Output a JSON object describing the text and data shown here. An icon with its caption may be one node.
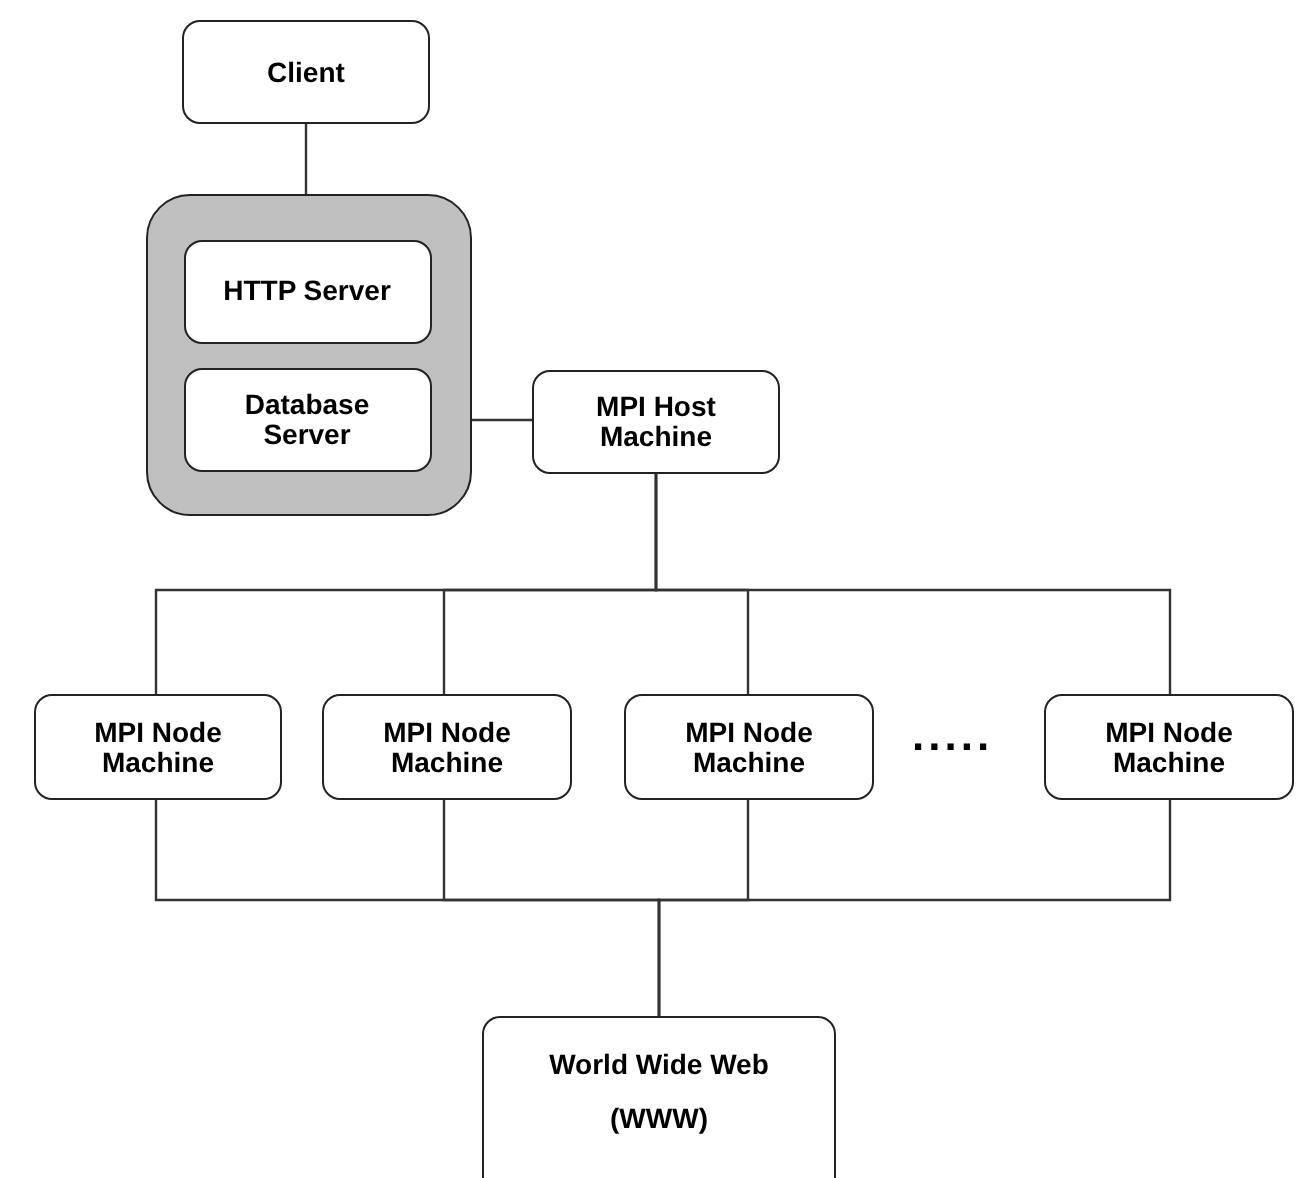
{
  "diagram": {
    "nodes": [
      {
        "text": [
          "Client"
        ]
      },
      {
        "text": [],
        "shape": "box"
      },
      {
        "text": [
          "HTTP Server"
        ],
        "in": 1
      },
      {
        "text": [
          "Database Server"
        ],
        "in": 1
      },
      {
        "text": [
          "MPI Host Machine"
        ]
      },
      {
        "text": [
          "MPI Node Machine"
        ]
      },
      {
        "text": [
          "MPI Node Machine"
        ]
      },
      {
        "text": [
          "MPI Node Machine"
        ]
      },
      {
        "text": [
          "MPI Node Machine"
        ]
      },
      {
        "text": [
          "World Wide Web",
          "(WWW)"
        ]
      }
    ],
    "edges": [
      {
        "from": 0,
        "to": 2,
        "arrow": "none"
      },
      {
        "from": 3,
        "to": 4,
        "arrow": "none"
      },
      {
        "from": 4,
        "to": 5,
        "arrow": "none"
      },
      {
        "from": 4,
        "to": 6,
        "arrow": "none"
      },
      {
        "from": 4,
        "to": 7,
        "arrow": "none"
      },
      {
        "from": 4,
        "to": 8,
        "arrow": "none"
      },
      {
        "from": 5,
        "to": 9,
        "arrow": "none"
      },
      {
        "from": 6,
        "to": 9,
        "arrow": "none"
      },
      {
        "from": 7,
        "to": 9,
        "arrow": "none"
      },
      {
        "from": 8,
        "to": 9,
        "arrow": "none"
      }
    ],
    "labels": [
      "....."
    ]
  }
}
